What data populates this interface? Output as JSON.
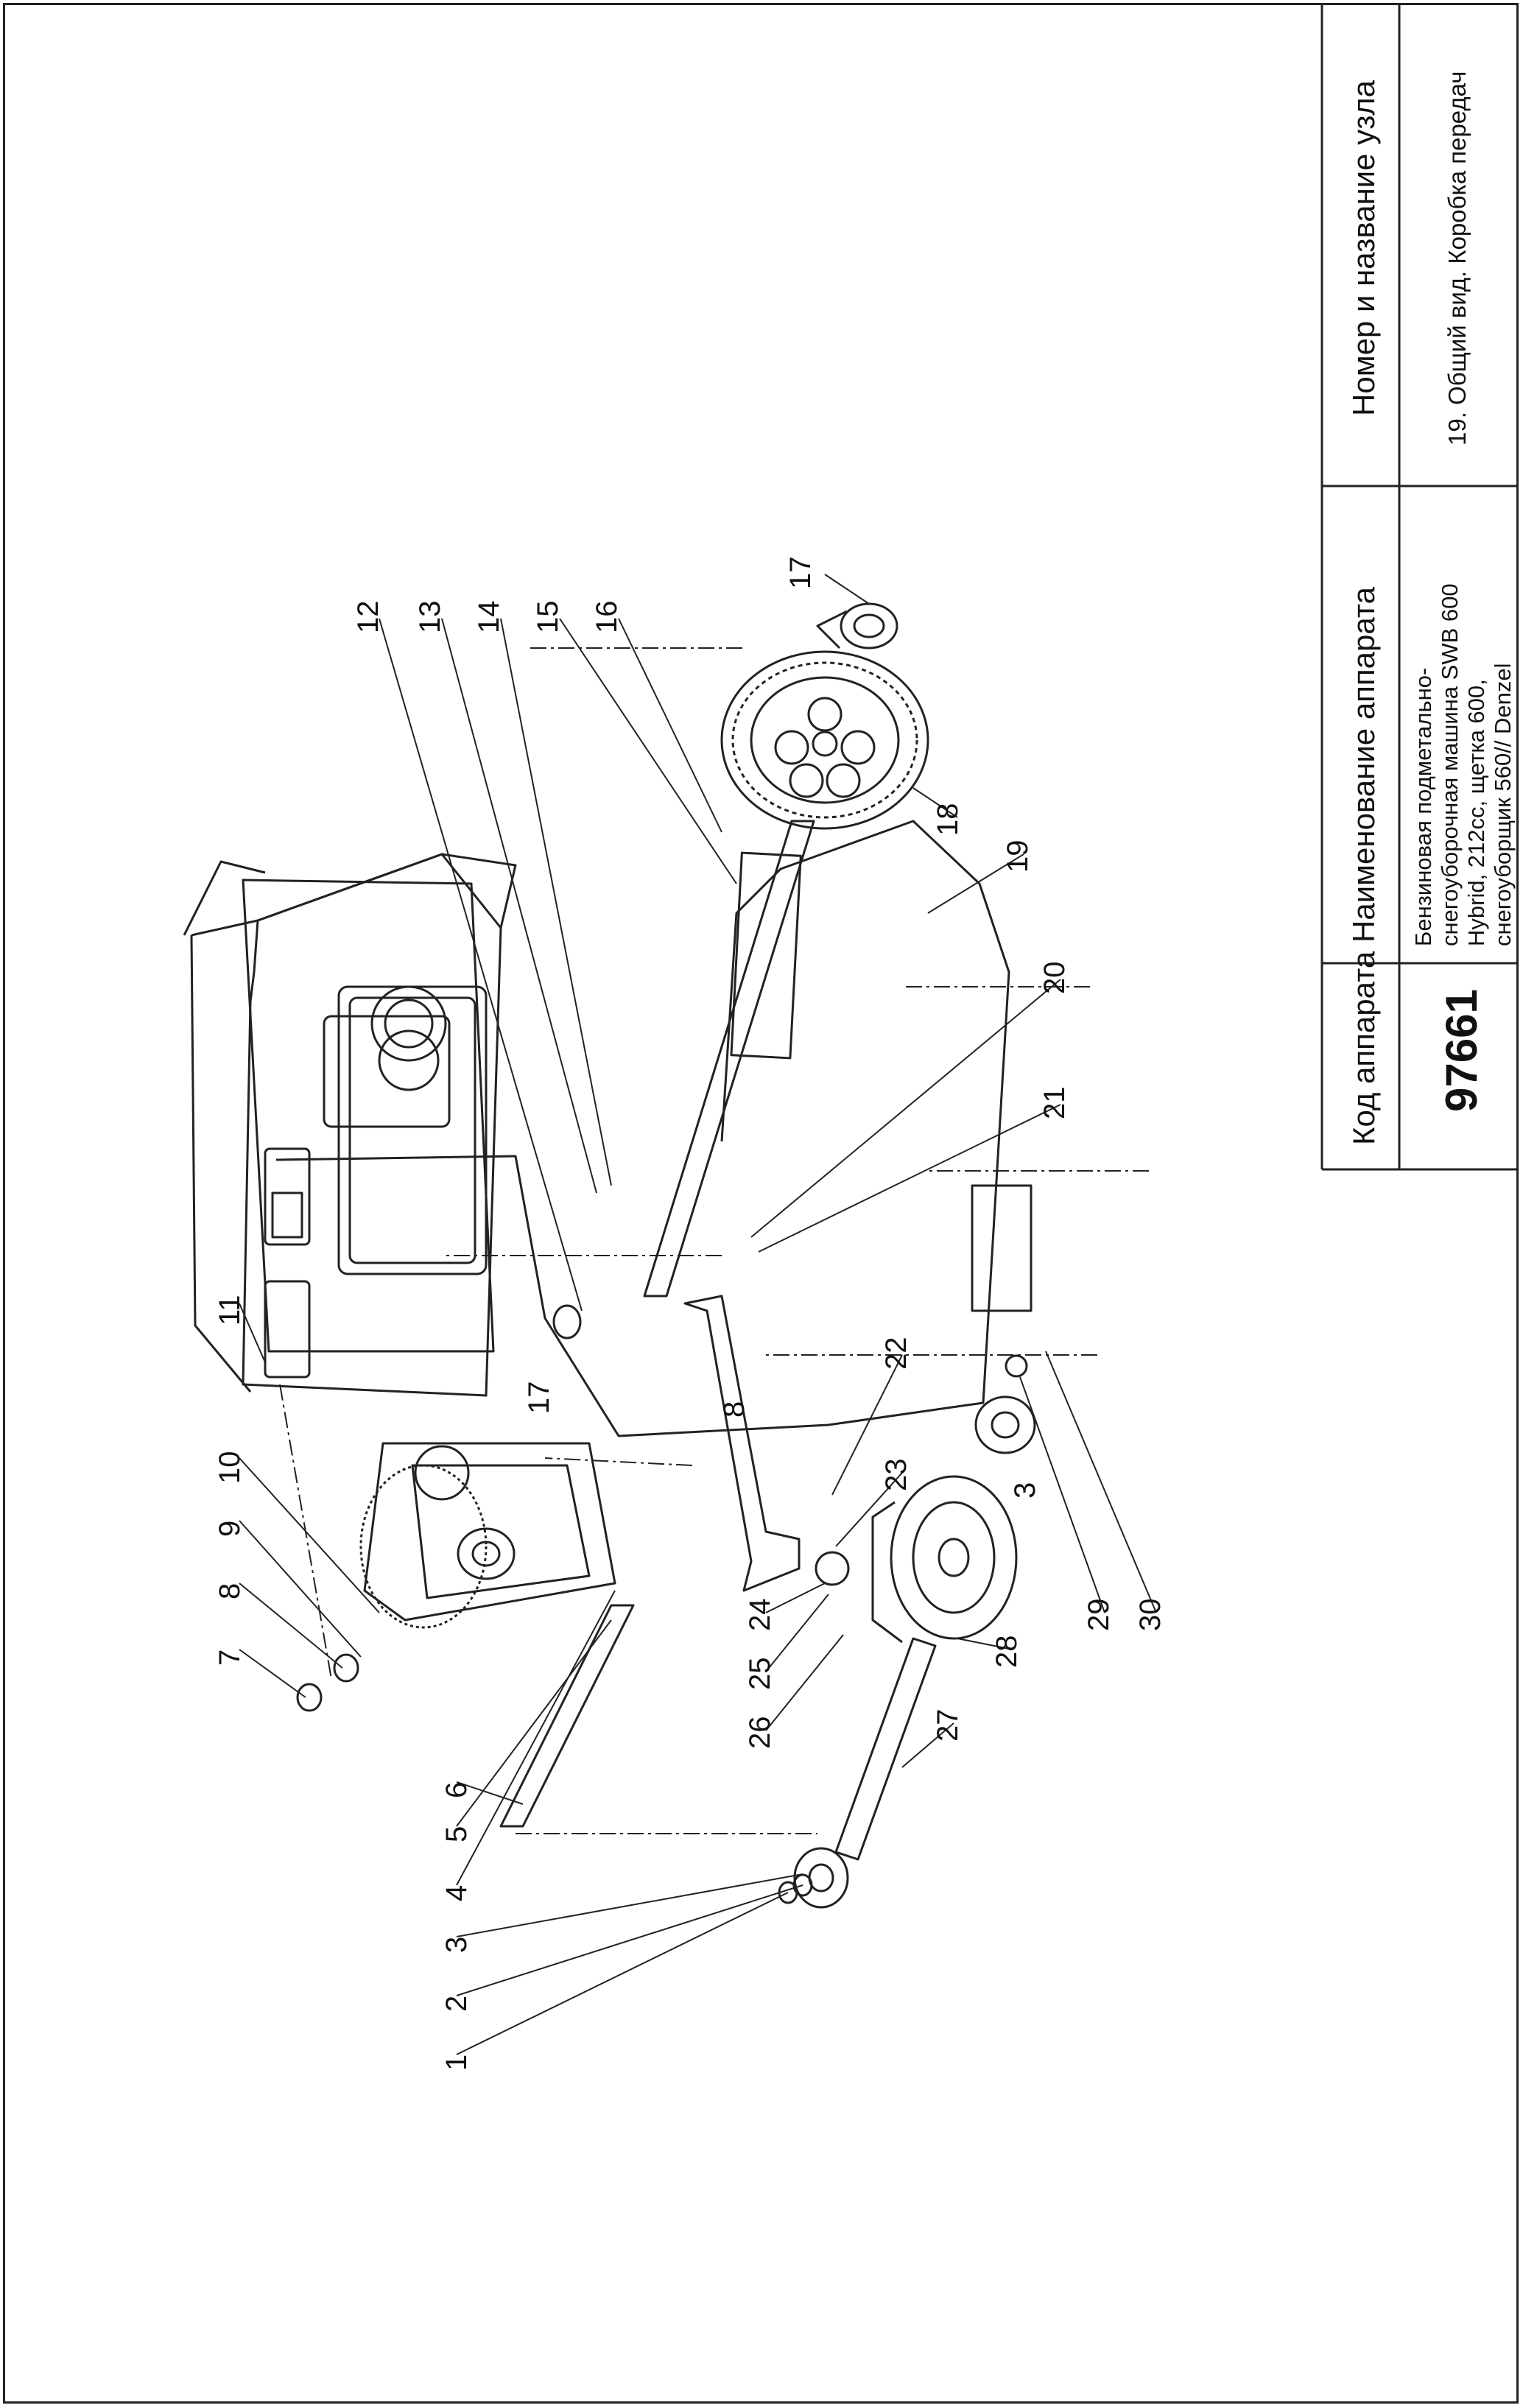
{
  "title_block": {
    "code_header": "Код аппарата",
    "code_value": "97661",
    "name_header": "Наименование аппарата",
    "name_value_lines": [
      "Бензиновая подметально-",
      "снегоуборочная машина SWB 600",
      "Hybrid, 212cc, щетка 600,",
      "снегоуборщик 560// Denzel"
    ],
    "node_header": "Номер и название узла",
    "node_value": "19. Общий вид. Коробка передач"
  },
  "callouts": {
    "c1": "1",
    "c2": "2",
    "c3a": "3",
    "c4": "4",
    "c5": "5",
    "c6": "6",
    "c7": "7",
    "c8a": "8",
    "c9": "9",
    "c10": "10",
    "c11": "11",
    "c12": "12",
    "c13": "13",
    "c14": "14",
    "c15": "15",
    "c16": "16",
    "c17a": "17",
    "c17b": "17",
    "c18": "18",
    "c19": "19",
    "c20": "20",
    "c21": "21",
    "c22": "22",
    "c23": "23",
    "c24": "24",
    "c25": "25",
    "c26": "26",
    "c27": "27",
    "c28": "28",
    "c29": "29",
    "c30": "30",
    "c3b": "3",
    "c8b": "8"
  }
}
